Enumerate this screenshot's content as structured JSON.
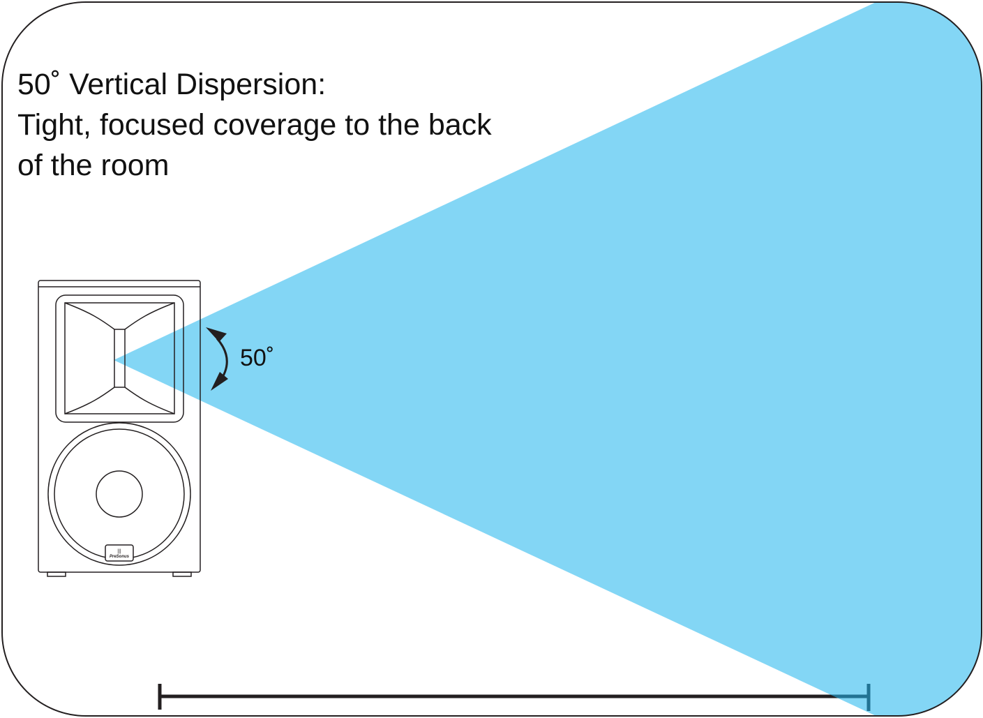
{
  "caption": {
    "lines": [
      "50˚ Vertical Dispersion:",
      "Tight, focused coverage to the back",
      "of the room"
    ]
  },
  "angle_label": "50˚",
  "dispersion_degrees": 50,
  "speaker": {
    "brand_logo": "PreSonus"
  },
  "colors": {
    "beam": "#83d6f4",
    "outline": "#231f20"
  }
}
